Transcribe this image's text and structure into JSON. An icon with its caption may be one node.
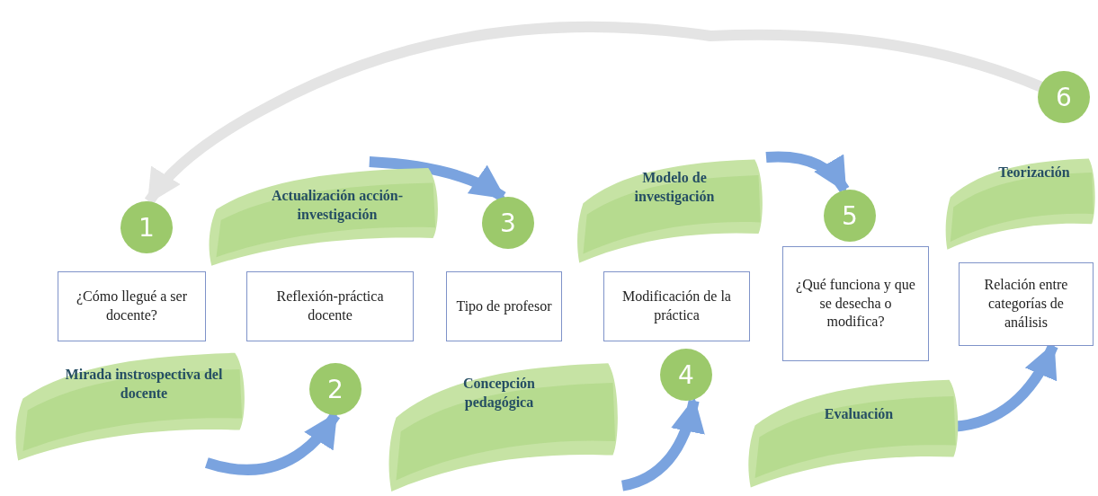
{
  "diagram": {
    "nodes": [
      {
        "text": [
          "1"
        ]
      },
      {
        "text": [
          "¿Cómo llegué a ser docente?"
        ]
      },
      {
        "text": [
          "Mirada instrospectiva del docente"
        ]
      },
      {
        "text": [
          "2"
        ]
      },
      {
        "text": [
          "Reflexión-práctica docente"
        ]
      },
      {
        "text": [
          "Actualización acción-investigación"
        ]
      },
      {
        "text": [
          "3"
        ]
      },
      {
        "text": [
          "Tipo de profesor"
        ]
      },
      {
        "text": [
          "Concepción pedagógica"
        ]
      },
      {
        "text": [
          "4"
        ]
      },
      {
        "text": [
          "Modificación de la práctica"
        ]
      },
      {
        "text": [
          "Modelo de investigación"
        ]
      },
      {
        "text": [
          "5"
        ]
      },
      {
        "text": [
          "¿Qué funciona y que se desecha o modifica?"
        ]
      },
      {
        "text": [
          "Evaluación"
        ]
      },
      {
        "text": [
          "6"
        ]
      },
      {
        "text": [
          "Relación entre categorías de análisis"
        ]
      },
      {
        "text": [
          "Teorización"
        ]
      }
    ],
    "edges": [
      {
        "from": 2,
        "to": 3,
        "arrow": "to"
      },
      {
        "from": 5,
        "to": 6,
        "arrow": "to"
      },
      {
        "from": 8,
        "to": 9,
        "arrow": "to"
      },
      {
        "from": 11,
        "to": 12,
        "arrow": "to"
      },
      {
        "from": 14,
        "to": 16,
        "arrow": "to"
      },
      {
        "from": 15,
        "to": 0,
        "arrow": "to",
        "color": "#e4e4e4"
      }
    ]
  }
}
